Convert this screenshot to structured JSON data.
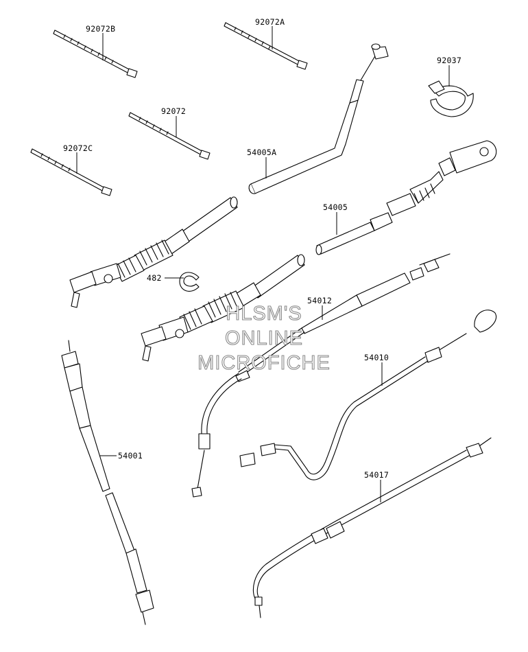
{
  "parts": [
    {
      "id": "p-92072B",
      "label": "92072B"
    },
    {
      "id": "p-92072A",
      "label": "92072A"
    },
    {
      "id": "p-92037",
      "label": "92037"
    },
    {
      "id": "p-92072",
      "label": "92072"
    },
    {
      "id": "p-92072C",
      "label": "92072C"
    },
    {
      "id": "p-54005A",
      "label": "54005A"
    },
    {
      "id": "p-54005",
      "label": "54005"
    },
    {
      "id": "p-482",
      "label": "482"
    },
    {
      "id": "p-54012",
      "label": "54012"
    },
    {
      "id": "p-54010",
      "label": "54010"
    },
    {
      "id": "p-54001",
      "label": "54001"
    },
    {
      "id": "p-54017",
      "label": "54017"
    }
  ],
  "watermark": {
    "line1": "HLSM'S",
    "line2": "ONLINE",
    "line3": "MICROFICHE"
  }
}
